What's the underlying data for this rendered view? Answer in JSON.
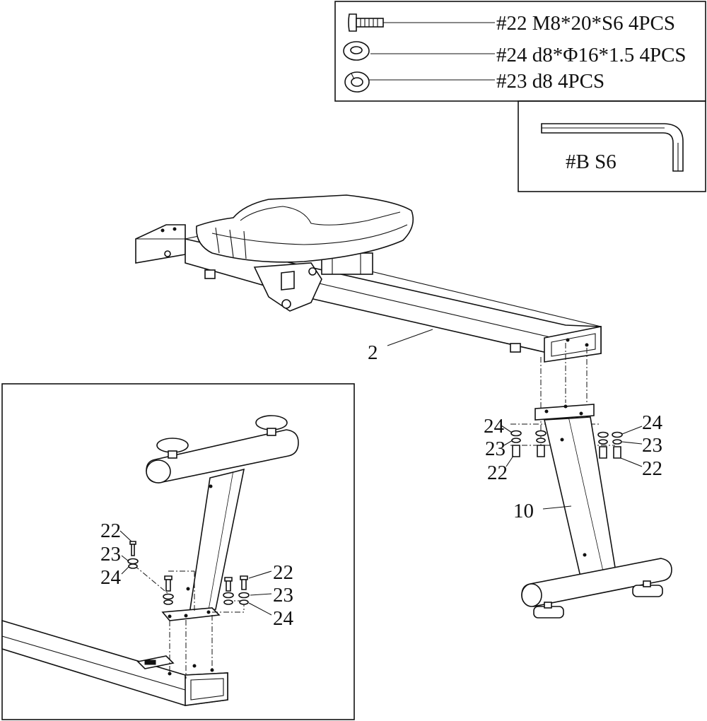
{
  "parts_list": {
    "items": [
      {
        "id": "bolt",
        "label": "#22  M8*20*S6  4PCS",
        "icon": "hex-socket-bolt-icon"
      },
      {
        "id": "flat-washer",
        "label": "#24  d8*Φ16*1.5  4PCS",
        "icon": "flat-washer-icon"
      },
      {
        "id": "spring-washer",
        "label": "#23  d8    4PCS",
        "icon": "spring-washer-icon"
      }
    ]
  },
  "tool": {
    "label": "#B    S6",
    "icon": "allen-key-icon"
  },
  "main_view": {
    "rail_number": "2",
    "stabilizer_number": "10",
    "callouts_left": [
      "24",
      "23",
      "22"
    ],
    "callouts_right": [
      "24",
      "23",
      "22"
    ]
  },
  "detail_view": {
    "callouts_left": [
      "22",
      "23",
      "24"
    ],
    "callouts_right": [
      "22",
      "23",
      "24"
    ]
  }
}
